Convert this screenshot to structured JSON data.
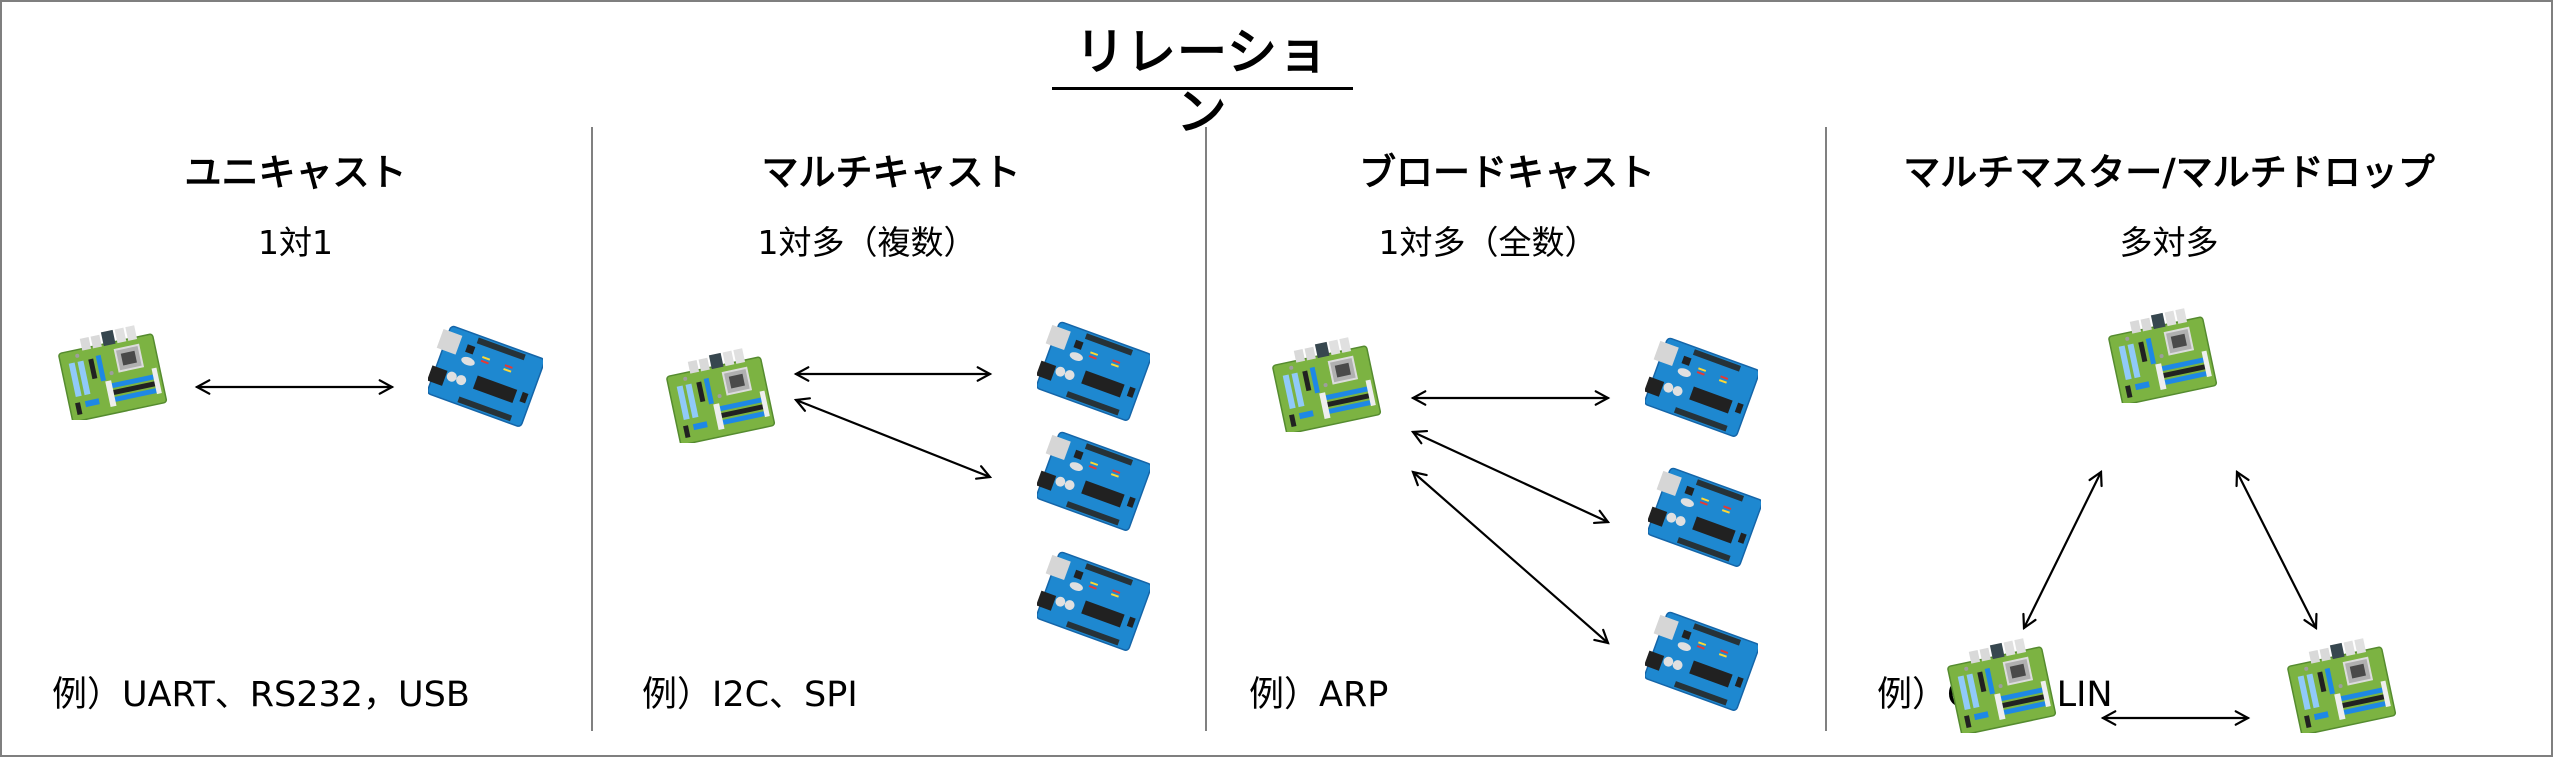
{
  "title": "リレーション",
  "colors": {
    "border": "#7f7f7f",
    "divider": "#808080",
    "text": "#000000",
    "motherboard_green": "#7cb342",
    "arduino_blue": "#1e88d0"
  },
  "sections": [
    {
      "id": "unicast",
      "heading": "ユニキャスト",
      "relation": "1対1",
      "example": "例）UART、RS232，USB",
      "nodes": [
        {
          "type": "motherboard-icon",
          "role": "host"
        },
        {
          "type": "arduino-icon",
          "role": "device"
        }
      ],
      "links": 1
    },
    {
      "id": "multicast",
      "heading": "マルチキャスト",
      "relation": "1対多（複数）",
      "example": "例）I2C、SPI",
      "nodes": [
        {
          "type": "motherboard-icon",
          "role": "host"
        },
        {
          "type": "arduino-icon",
          "role": "device"
        },
        {
          "type": "arduino-icon",
          "role": "device"
        },
        {
          "type": "arduino-icon",
          "role": "device"
        }
      ],
      "links": 2
    },
    {
      "id": "broadcast",
      "heading": "ブロードキャスト",
      "relation": "1対多（全数）",
      "example": "例）ARP",
      "nodes": [
        {
          "type": "motherboard-icon",
          "role": "host"
        },
        {
          "type": "arduino-icon",
          "role": "device"
        },
        {
          "type": "arduino-icon",
          "role": "device"
        },
        {
          "type": "arduino-icon",
          "role": "device"
        }
      ],
      "links": 3
    },
    {
      "id": "multimaster",
      "heading": "マルチマスター/マルチドロップ",
      "relation": "多対多",
      "example": "例）CAN、LIN",
      "nodes": [
        {
          "type": "motherboard-icon",
          "role": "master"
        },
        {
          "type": "motherboard-icon",
          "role": "master"
        },
        {
          "type": "motherboard-icon",
          "role": "master"
        }
      ],
      "links": 3
    }
  ]
}
